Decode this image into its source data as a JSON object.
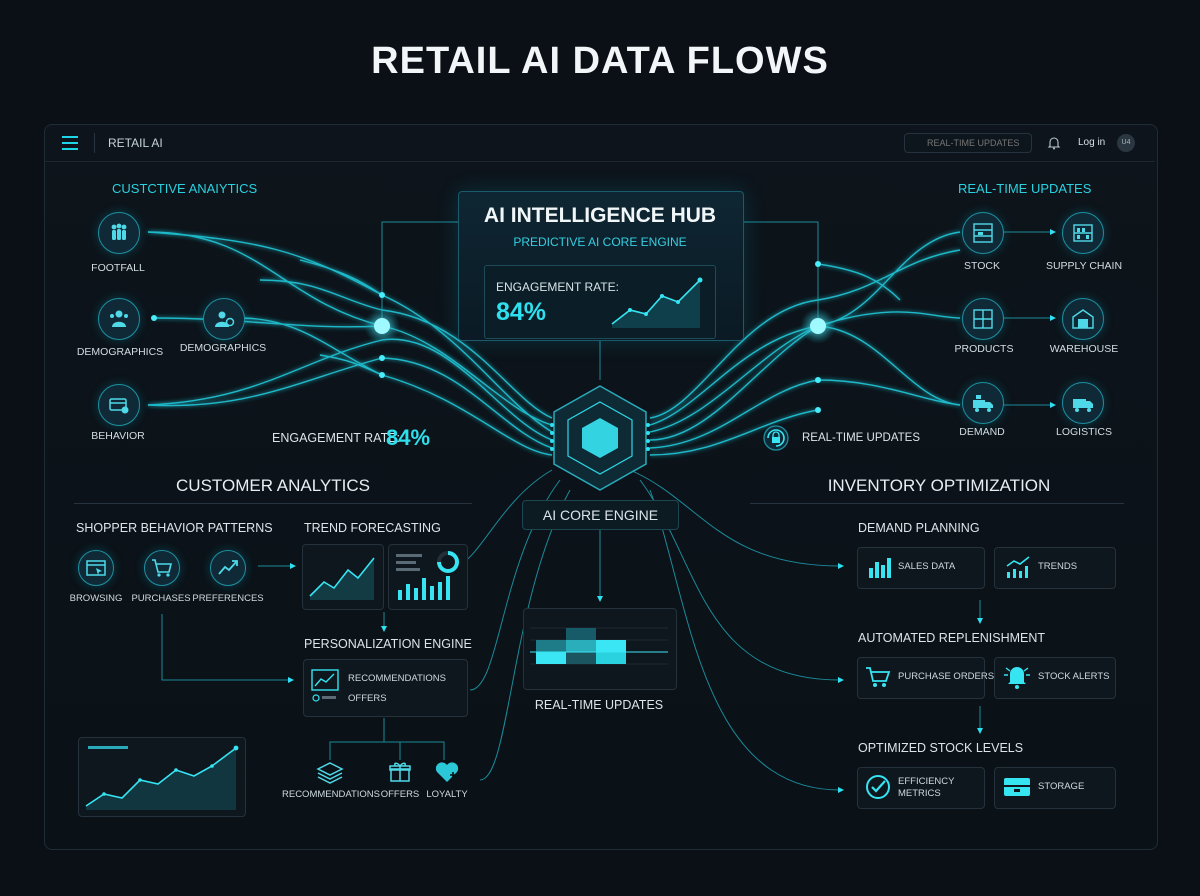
{
  "title": "RETAIL AI DATA FLOWS",
  "topbar": {
    "brand": "RETAIL AI",
    "search_placeholder": "REAL-TIME UPDATES",
    "login": "Log in",
    "avatar": "U4"
  },
  "left_panel": {
    "header": "CUSTCTIVE ANAIYTICS",
    "items": [
      {
        "label": "FOOTFALL",
        "icon": "people-icon"
      },
      {
        "label": "DEMOGRAPHICS",
        "icon": "group-icon"
      },
      {
        "label": "DEMOGRAPHICS",
        "icon": "profile-icon"
      },
      {
        "label": "BEHAVIOR",
        "icon": "card-icon"
      }
    ],
    "engagement_label": "ENGAGEMENT RATE:",
    "engagement_value": "84%"
  },
  "hub": {
    "title": "AI INTELLIGENCE HUB",
    "subtitle": "PREDICTIVE AI CORE ENGINE",
    "engagement_label": "ENGAGEMENT RATE:",
    "engagement_value": "84%",
    "core_label": "AI CORE ENGINE",
    "realtime_label": "REAL-TIME UPDATES"
  },
  "right_panel": {
    "header": "REAL-TIME UPDATES",
    "items": [
      {
        "label": "STOCK",
        "icon": "shelf-icon"
      },
      {
        "label": "SUPPLY CHAIN",
        "icon": "rack-icon"
      },
      {
        "label": "PRODUCTS",
        "icon": "boxes-icon"
      },
      {
        "label": "WAREHOUSE",
        "icon": "warehouse-icon"
      },
      {
        "label": "DEMAND",
        "icon": "truck-icon"
      },
      {
        "label": "LOGISTICS",
        "icon": "delivery-icon"
      }
    ],
    "realtime_badge": "REAL-TIME UPDATES"
  },
  "customer_analytics": {
    "title": "CUSTOMER ANALYTICS",
    "patterns_title": "SHOPPER BEHAVIOR PATTERNS",
    "patterns": [
      {
        "label": "BROWSING",
        "icon": "browser-icon"
      },
      {
        "label": "PURCHASES",
        "icon": "cart-icon"
      },
      {
        "label": "PREFERENCES",
        "icon": "trend-icon"
      }
    ],
    "trend_title": "TREND FORECASTING",
    "personalization_title": "PERSONALIZATION ENGINE",
    "personalization_items": [
      "RECOMMENDATIONS",
      "OFFERS"
    ],
    "outputs": [
      {
        "label": "RECOMMENDATIONS",
        "icon": "layers-icon"
      },
      {
        "label": "OFFERS",
        "icon": "gift-icon"
      },
      {
        "label": "LOYALTY",
        "icon": "heart-icon"
      }
    ]
  },
  "inventory": {
    "title": "INVENTORY OPTIMIZATION",
    "demand_title": "DEMAND PLANNING",
    "demand_cards": [
      {
        "label": "SALES DATA",
        "icon": "bars-icon"
      },
      {
        "label": "TRENDS",
        "icon": "trend-icon"
      }
    ],
    "replenishment_title": "AUTOMATED REPLENISHMENT",
    "replenishment_cards": [
      {
        "label": "PURCHASE ORDERS",
        "icon": "cart-icon"
      },
      {
        "label": "STOCK ALERTS",
        "icon": "alert-bell-icon"
      }
    ],
    "stock_title": "OPTIMIZED STOCK LEVELS",
    "stock_cards": [
      {
        "label": "EFFICIENCY METRICS",
        "icon": "check-icon"
      },
      {
        "label": "STORAGE",
        "icon": "storage-icon"
      }
    ]
  },
  "center_output": {
    "label": "REAL-TIME UPDATES"
  },
  "colors": {
    "accent": "#2ad2e0",
    "background": "#0b1016",
    "panel": "#0f171e"
  }
}
